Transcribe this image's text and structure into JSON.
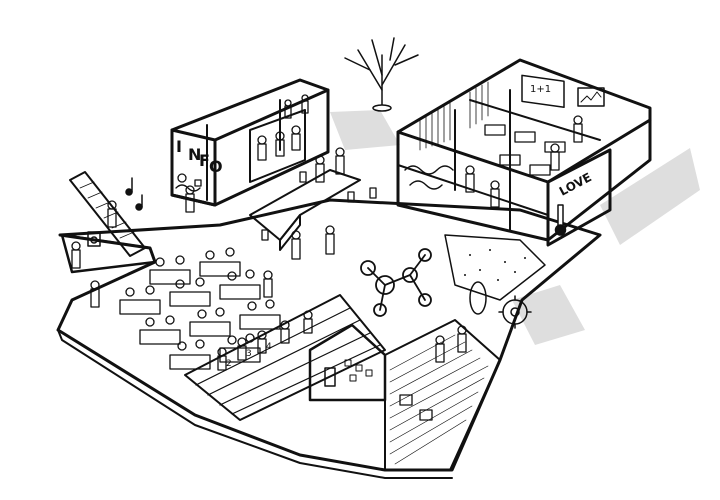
{
  "signs": {
    "info_letters": [
      "I",
      "N",
      "F",
      "O"
    ],
    "love_text": "LOVE",
    "chalk_formula": "1+1",
    "chair_numbers": [
      "2",
      "3",
      "4"
    ]
  },
  "palette": {
    "ink": "#111111",
    "paper": "#ffffff",
    "wall_gray": "#cfcfcf",
    "shadow_gray": "#dedede",
    "interior_dark": "#9a9a9a"
  }
}
